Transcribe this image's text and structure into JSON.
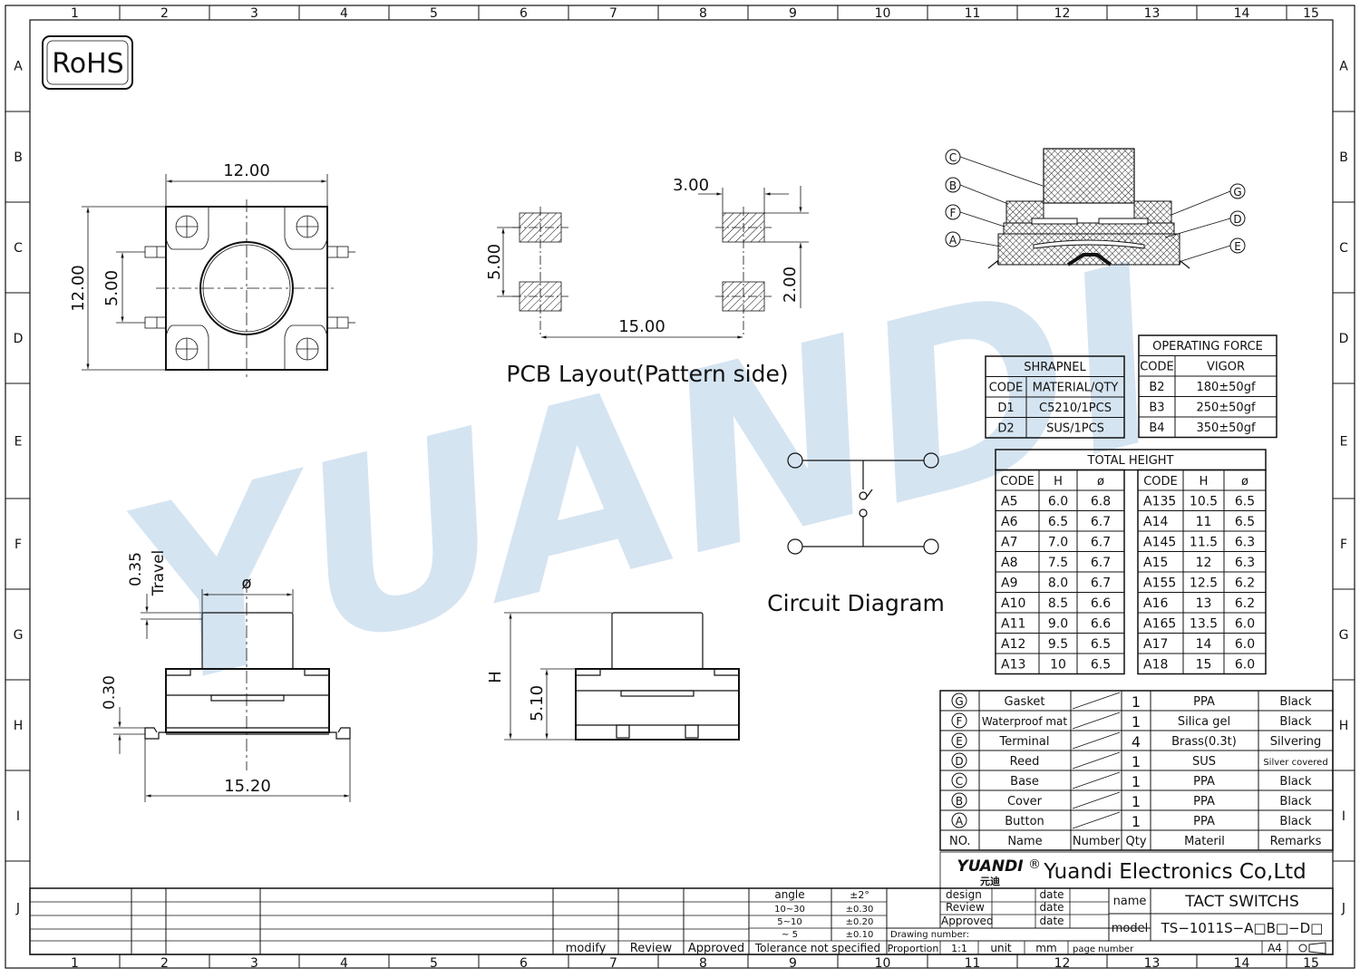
{
  "frame": {
    "col_labels": [
      "1",
      "2",
      "3",
      "4",
      "5",
      "6",
      "7",
      "8",
      "9",
      "10",
      "11",
      "12",
      "13",
      "14",
      "15"
    ],
    "row_labels": [
      "A",
      "B",
      "C",
      "D",
      "E",
      "F",
      "G",
      "H",
      "I",
      "J"
    ]
  },
  "rohs": "RoHS",
  "watermark": "YUANDI",
  "dims": {
    "top_width": "12.00",
    "top_height": "12.00",
    "top_pin": "5.00",
    "pcb_pad_w": "3.00",
    "pcb_pitch_v": "5.00",
    "pcb_pad_h": "2.00",
    "pcb_pitch_h": "15.00",
    "travel_value": "0.35",
    "travel_label": "Travel",
    "phi": "ø",
    "base_h": "0.30",
    "side_width": "15.20",
    "height_label": "H",
    "body_h": "5.10"
  },
  "titles": {
    "pcb": "PCB  Layout(Pattern  side)",
    "circuit": "Circuit  Diagram"
  },
  "section_callouts": [
    "C",
    "B",
    "F",
    "A",
    "G",
    "D",
    "E"
  ],
  "shrapnel": {
    "title": "SHRAPNEL",
    "headers": [
      "CODE",
      "MATERIAL/QTY"
    ],
    "rows": [
      [
        "D1",
        "C5210/1PCS"
      ],
      [
        "D2",
        "SUS/1PCS"
      ]
    ]
  },
  "force": {
    "title": "OPERATING  FORCE",
    "headers": [
      "CODE",
      "VIGOR"
    ],
    "rows": [
      [
        "B2",
        "180±50gf"
      ],
      [
        "B3",
        "250±50gf"
      ],
      [
        "B4",
        "350±50gf"
      ]
    ]
  },
  "height": {
    "title": "TOTAL  HEIGHT",
    "headers": [
      "CODE",
      "H",
      "ø",
      "CODE",
      "H",
      "ø"
    ],
    "rows": [
      [
        "A5",
        "6.0",
        "6.8",
        "A135",
        "10.5",
        "6.5"
      ],
      [
        "A6",
        "6.5",
        "6.7",
        "A14",
        "11",
        "6.5"
      ],
      [
        "A7",
        "7.0",
        "6.7",
        "A145",
        "11.5",
        "6.3"
      ],
      [
        "A8",
        "7.5",
        "6.7",
        "A15",
        "12",
        "6.3"
      ],
      [
        "A9",
        "8.0",
        "6.7",
        "A155",
        "12.5",
        "6.2"
      ],
      [
        "A10",
        "8.5",
        "6.6",
        "A16",
        "13",
        "6.2"
      ],
      [
        "A11",
        "9.0",
        "6.6",
        "A165",
        "13.5",
        "6.0"
      ],
      [
        "A12",
        "9.5",
        "6.5",
        "A17",
        "14",
        "6.0"
      ],
      [
        "A13",
        "10",
        "6.5",
        "A18",
        "15",
        "6.0"
      ]
    ]
  },
  "bom": {
    "rows": [
      [
        "G",
        "Gasket",
        "1",
        "PPA",
        "Black"
      ],
      [
        "F",
        "Waterproof mat",
        "1",
        "Silica  gel",
        "Black"
      ],
      [
        "E",
        "Terminal",
        "4",
        "Brass(0.3t)",
        "Silvering"
      ],
      [
        "D",
        "Reed",
        "1",
        "SUS",
        "Silver covered"
      ],
      [
        "C",
        "Base",
        "1",
        "PPA",
        "Black"
      ],
      [
        "B",
        "Cover",
        "1",
        "PPA",
        "Black"
      ],
      [
        "A",
        "Button",
        "1",
        "PPA",
        "Black"
      ]
    ],
    "headers": [
      "NO.",
      "Name",
      "Number",
      "Qty",
      "Materil",
      "Remarks"
    ]
  },
  "company": {
    "logo_text": "YUANDI",
    "logo_sub": "元迪",
    "registered": "®",
    "name": "Yuandi Electronics Co,Ltd"
  },
  "titleblock": {
    "design": "design",
    "review": "Review",
    "approved": "Approved",
    "date": "date",
    "name_label": "name",
    "name_value": "TACT  SWITCHS",
    "model_label": "model",
    "model_value": "TS−1011S−A□B□−D□",
    "drawing_number": "Drawing number:",
    "proportion": "Proportion",
    "scale": "1:1",
    "unit": "unit",
    "mm": "mm",
    "page_number": "page number",
    "size": "A4",
    "tol_angle": "angle",
    "tol_angle_val": "±2°",
    "tol_rows": [
      [
        "10~30",
        "±0.30"
      ],
      [
        "5~10",
        "±0.20"
      ],
      [
        "~ 5",
        "±0.10"
      ]
    ],
    "modify": "modify",
    "review_col": "Review",
    "approved_col": "Approved",
    "tol_note": "Tolerance  not  specified"
  }
}
